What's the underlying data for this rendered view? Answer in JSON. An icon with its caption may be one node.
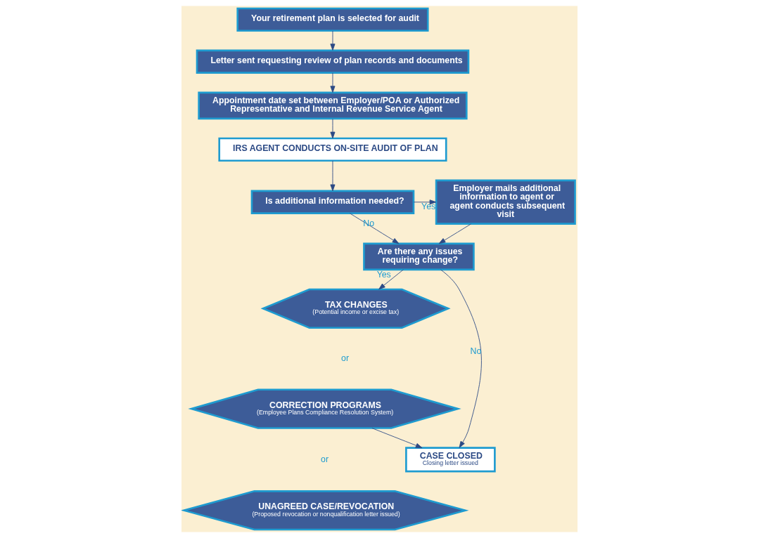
{
  "diagram": {
    "nodes": [
      {
        "text": [
          "Your retirement plan is selected for audit"
        ]
      },
      {
        "text": [
          "Letter sent requesting review of plan records and documents"
        ]
      },
      {
        "text": [
          "Appointment date set between Employer/POA or Authorized Representative and Internal Revenue Service Agent"
        ]
      },
      {
        "text": [
          "IRS AGENT CONDUCTS ON-SITE AUDIT OF PLAN"
        ]
      },
      {
        "text": [
          "Is additional information needed?"
        ]
      },
      {
        "text": [
          "Employer mails additional information to agent or agent conducts subsequent visit"
        ]
      },
      {
        "text": [
          "Are there any issues requiring change?"
        ]
      },
      {
        "text": [
          "TAX CHANGES",
          "(Potential income or excise tax)"
        ]
      },
      {
        "text": [
          "CORRECTION PROGRAMS",
          "(Employee Plans Compliance Resolution System)"
        ]
      },
      {
        "text": [
          "UNAGREED CASE/REVOCATION",
          "(Proposed revocation or nonqualification letter issued)"
        ]
      },
      {
        "text": [
          "CASE CLOSED",
          "Closing letter issued"
        ]
      }
    ],
    "edges": [
      {
        "from": 0,
        "to": 1,
        "arrow": "to"
      },
      {
        "from": 1,
        "to": 2,
        "arrow": "to"
      },
      {
        "from": 2,
        "to": 3,
        "arrow": "to"
      },
      {
        "from": 3,
        "to": 4,
        "arrow": "to"
      },
      {
        "from": 4,
        "to": 5,
        "arrow": "to",
        "label": "Yes"
      },
      {
        "from": 4,
        "to": 6,
        "arrow": "to",
        "label": "No"
      },
      {
        "from": 5,
        "to": 6,
        "arrow": "to"
      },
      {
        "from": 6,
        "to": 10,
        "arrow": "to",
        "label": "No"
      },
      {
        "from": 6,
        "to": 7,
        "arrow": "to",
        "label": "Yes"
      },
      {
        "from": 8,
        "to": 10,
        "arrow": "to"
      }
    ],
    "labels": [
      "or",
      "or"
    ]
  }
}
